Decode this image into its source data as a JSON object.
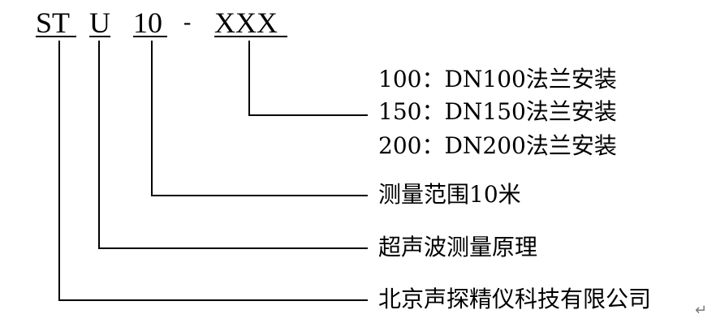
{
  "code": {
    "parts": [
      "ST",
      "U",
      "10",
      "XXX"
    ],
    "separator": "-"
  },
  "options": [
    "100：DN100法兰安装",
    "150：DN150法兰安装",
    "200：DN200法兰安装"
  ],
  "labels": {
    "range": "测量范围10米",
    "principle": "超声波测量原理",
    "company": "北京声探精仪科技有限公司"
  },
  "paragraph_mark": "↵"
}
